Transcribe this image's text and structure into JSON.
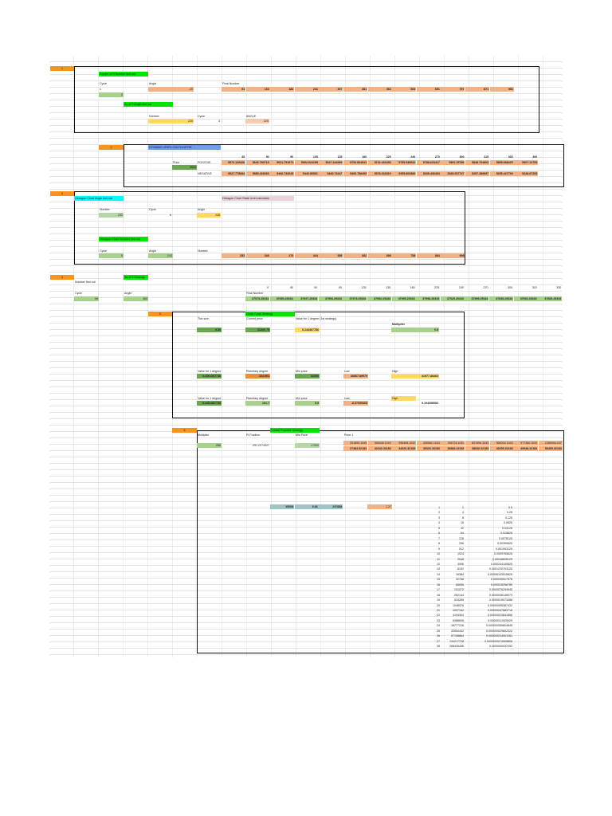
{
  "sheet": {
    "s1": {
      "num": "1",
      "title": "Square of 9 Number find out",
      "cycle_label": "Cycle",
      "cycle_value": "x",
      "cycle_input": "0",
      "angle_label": "Angle",
      "angle_value": "-15",
      "final_label": "Final Number",
      "finals": [
        "91",
        "133",
        "183",
        "241",
        "307",
        "381",
        "463",
        "553",
        "651",
        "757",
        "871",
        "993"
      ],
      "sub_title": "Sq of 9 Angle find out",
      "number_label": "Number",
      "number_value": "225",
      "cycle2_label": "Cycle",
      "cycle2_value": "4",
      "angle2_label": "ANGLE",
      "angle2_value": "225"
    },
    "s2": {
      "num": "2",
      "title": "DYNAMIC LEVEL CALCULATOR",
      "degrees": [
        "45",
        "90",
        "90",
        "135",
        "135",
        "180",
        "225",
        "240",
        "270",
        "300",
        "315",
        "330",
        "360"
      ],
      "price_label": "Price",
      "price_value": "5500",
      "pos_label": "POSITIVE",
      "pos": [
        "5572.129426",
        "5646.789715",
        "5621.791872",
        "5694.924185",
        "5647.344989",
        "5700.804541",
        "5742.491835",
        "5755.538932",
        "5788.633417",
        "5861.25786",
        "5848.764803",
        "5855.688425",
        "5907.12769"
      ],
      "neg_label": "NEGATIVE",
      "neg": [
        "5527.778684",
        "5585.433266",
        "5466.733628",
        "5440.86561",
        "5440.73447",
        "5406.758495",
        "5378.332819",
        "5355.806886",
        "5335.436463",
        "5289.537747",
        "5257.389997",
        "5255.427799",
        "5248.87253"
      ]
    },
    "s3": {
      "num": "3",
      "title": "Hexagon Chart Angle find out",
      "title2": "Hexagon Chart Static level calculator",
      "number_label": "Number",
      "number_value": "232",
      "cycle_label": "Cycle",
      "cycle_value": "8",
      "angle_label": "Angle",
      "angle_value": "248",
      "sub_title": "Hexagon Chart Number find out",
      "cycle2_label": "Cycle",
      "cycle2_value": "0",
      "angle2_label": "Angle",
      "angle2_value": "243",
      "number2_label": "Number",
      "numbers": [
        "253",
        "248",
        "276",
        "444",
        "558",
        "682",
        "698",
        "758",
        "884",
        "998"
      ]
    },
    "s4": {
      "num": "4",
      "title": "Sq of 9 Strategy",
      "subtitle": "Number find out",
      "cycle_label": "Cycle",
      "cycle_value": "99",
      "angle_label": "Angle",
      "angle_value": "360",
      "final_label": "Final Number",
      "degrees": [
        "0",
        "45",
        "90",
        "90",
        "135",
        "135",
        "180",
        "225",
        "240",
        "270",
        "300",
        "315",
        "330"
      ],
      "finals": [
        "37579.25333",
        "37650.25333",
        "37697.25333",
        "37953.25333",
        "37979.25333",
        "37992.25333",
        "37995.25333",
        "37998.25333",
        "37925.25333",
        "37999.25333",
        "37635.25333",
        "37692.25333",
        "37665.25333"
      ]
    },
    "s5": {
      "num": "5",
      "title": "Circle Chart Strategy",
      "tick_label": "Tick size",
      "tick_value": "0.05",
      "price_label": "Current price",
      "price_value": "31260.75",
      "value1_label": "Value for 1 degree (1st strategy)",
      "value1": "0.244467786",
      "mult_label": "Multiplier",
      "mult_value": "0.5",
      "v1deg_label": "Value for 1 degree",
      "v1deg_value": "0.2361367738",
      "planet_label": "Planetary degree",
      "planet_value": "224.901",
      "minprice_label": "Min price",
      "minprice_value": "31000",
      "low_label": "Low",
      "low_value": "30867.89979",
      "high_label": "High",
      "high_value": "31977.88463",
      "v1deg2_label": "Value for 1 degree",
      "v1deg2_value": "0.2361367738",
      "planet2_label": "Planetary degree",
      "planet2_value": "161.7",
      "minprice2_label": "Min price",
      "minprice2_value": "5.5",
      "low2_label": "Low",
      "low2_value": "-8.37655468",
      "high2_label": "High",
      "high2_value": "9.194398583"
    },
    "s6": {
      "num": "6",
      "title": "Dorard Possible Strategy",
      "mult_label": "Multiplier",
      "mult_value": "286",
      "pi_label": "PI Position",
      "pi_value": "291.2274427",
      "minprice_label": "Min Price",
      "minprice_value": "17000",
      "price1_label": "Price 1",
      "row1": [
        "251899.1045",
        "346348.1043",
        "396408.1043",
        "426562.1043",
        "768724.1043",
        "821996.1043",
        "980004.1043",
        "977380.1043",
        "1389954.107"
      ],
      "row2": [
        "27484.52183",
        "32342.31183",
        "34326.32183",
        "35326.32183",
        "36884.32183",
        "38646.32183",
        "40255.32183",
        "49948.32183",
        "56465.32183"
      ],
      "calc": [
        "15068",
        "6.66",
        "237888"
      ],
      "calc_res": "1.27",
      "table": [
        [
          "1",
          "2",
          "0.5"
        ],
        [
          "2",
          "4",
          "0.25"
        ],
        [
          "3",
          "8",
          "0.125"
        ],
        [
          "4",
          "16",
          "0.0625"
        ],
        [
          "5",
          "32",
          "0.03125"
        ],
        [
          "6",
          "64",
          "0.015625"
        ],
        [
          "7",
          "128",
          "0.0078125"
        ],
        [
          "8",
          "256",
          "0.00390625"
        ],
        [
          "9",
          "512",
          "0.001953125"
        ],
        [
          "10",
          "1024",
          "0.0009765625"
        ],
        [
          "11",
          "2048",
          "0.00048828125"
        ],
        [
          "12",
          "4096",
          "0.000244140625"
        ],
        [
          "13",
          "8192",
          "0.0001220703125"
        ],
        [
          "14",
          "16384",
          "0.00006103515625"
        ],
        [
          "15",
          "32768",
          "0.000030517578"
        ],
        [
          "16",
          "65536",
          "0.000015258789"
        ],
        [
          "17",
          "131072",
          "0.0000076293945"
        ],
        [
          "18",
          "262144",
          "0.0000038146973"
        ],
        [
          "19",
          "524288",
          "0.0000019073486"
        ],
        [
          "20",
          "1048576",
          "0.00000095367432"
        ],
        [
          "21",
          "2097152",
          "0.00000047683716"
        ],
        [
          "22",
          "4194304",
          "0.00000023841858"
        ],
        [
          "23",
          "8388608",
          "0.00000011920929"
        ],
        [
          "24",
          "16777216",
          "0.000000059604645"
        ],
        [
          "25",
          "33554432",
          "0.000000029802322"
        ],
        [
          "26",
          "67108864",
          "0.000000014901161"
        ],
        [
          "27",
          "134217728",
          "0.0000000074505806"
        ],
        [
          "28",
          "268435456",
          "0.0000000037253"
        ]
      ]
    }
  }
}
